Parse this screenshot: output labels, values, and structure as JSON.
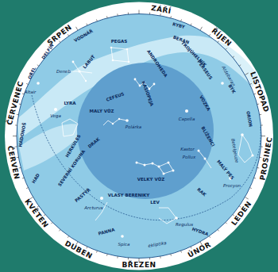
{
  "diagram": {
    "labels": [
      "ZÁŘÍ",
      "ŘÍJEN",
      "LISTOPAD",
      "PROSINEC",
      "LEDEN",
      "ÚNOR",
      "BŘEZEN",
      "DUBEN",
      "KVĚTEN",
      "ČERVEN",
      "ČERVENEC",
      "SRPEN",
      "VODNÁŘ",
      "PEGAS",
      "ANDROMEDA",
      "KASIOPEJA",
      "RYBY",
      "BERAN",
      "TROJÚHELNÍK",
      "PERSEUS",
      "Aldebaran",
      "BÝK",
      "VOZKA",
      "Capella",
      "ORION",
      "Betelgeuze",
      "BLÍŽENCI",
      "Kastor",
      "Pollux",
      "MALÝ PES",
      "Procyon",
      "RAK",
      "HYDRA",
      "LEV",
      "Regulus",
      "VELKÝ VŮZ",
      "MALÝ VŮZ",
      "Polárka",
      "DRAK",
      "CEFEUS",
      "LABUŤ",
      "Deneb",
      "DELFÍN",
      "OREL",
      "Altair",
      "LYRA",
      "Vega",
      "HERKULES",
      "HADONOŠ",
      "HAD",
      "SEVERNÍ KORUNA",
      "PASTÝŘ",
      "Arcturus",
      "VLASY BERENIKY",
      "PANNA",
      "Spica",
      "ekliptika"
    ]
  }
}
